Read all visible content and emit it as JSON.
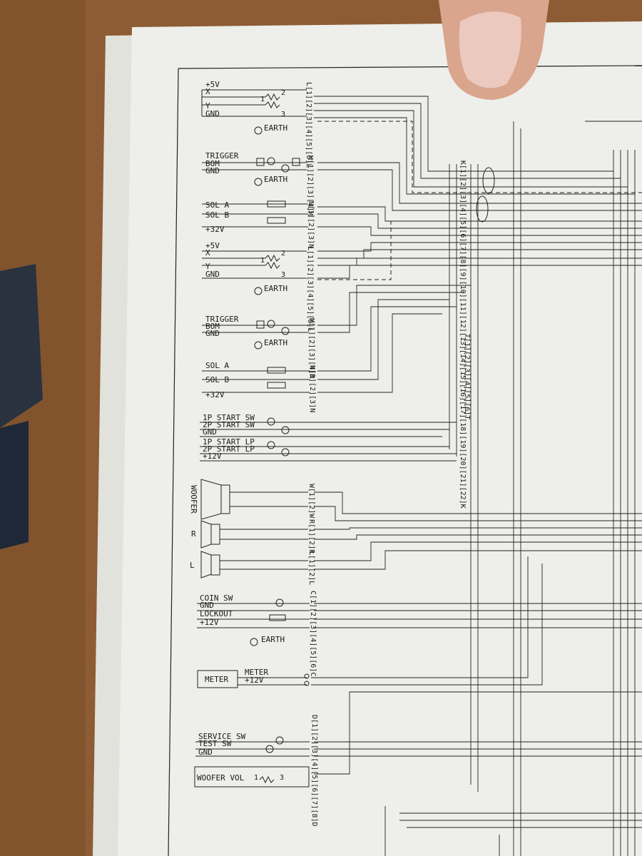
{
  "schematic": {
    "top_group": {
      "lines": [
        "+5V",
        "X",
        "Y",
        "GND"
      ],
      "pot_pins": [
        "1",
        "2",
        "3"
      ],
      "earth": "EARTH",
      "connector_L": "L[1][2][3][4][5][6]L"
    },
    "trigger_group": {
      "lines": [
        "TRIGGER",
        "BOM",
        "GND"
      ],
      "earth": "EARTH",
      "connector_M": "M[1][2][3][4]M"
    },
    "sol_group": {
      "lines": [
        "SOL A",
        "SOL B",
        "+32V"
      ],
      "connector_N": "N[1][2][3]N"
    },
    "top_group_2": {
      "lines": [
        "+5V",
        "X",
        "Y",
        "GND"
      ],
      "pot_pins": [
        "1",
        "2",
        "3"
      ],
      "earth": "EARTH",
      "connector_L": "L[1][2][3][4][5][6]L"
    },
    "trigger_group_2": {
      "lines": [
        "TRIGGER",
        "BOM",
        "GND"
      ],
      "earth": "EARTH",
      "connector_M": "M[1][2][3][4]M"
    },
    "sol_group_2": {
      "lines": [
        "SOL A",
        "SOL B",
        "+32V"
      ],
      "connector_N": "N[1][2][3]N"
    },
    "start_group": {
      "lines": [
        "1P START SW",
        "2P START SW",
        "GND",
        "1P START LP",
        "2P START LP",
        "+12V"
      ]
    },
    "speakers": {
      "woofer": "WOOFER",
      "r": "R",
      "l": "L",
      "connector_W": "W[1][2]W",
      "connector_R": "R[1][2]R",
      "connector_L": "L[1][2]L"
    },
    "coin_group": {
      "lines": [
        "COIN SW",
        "GND",
        "LOCKOUT",
        "+12V"
      ],
      "earth": "EARTH",
      "connector_C": "C[1][2][3][4][5][6]C"
    },
    "meter": {
      "box": "METER",
      "label": "METER",
      "voltage": "+12V"
    },
    "service_group": {
      "lines": [
        "SERVICE SW",
        "TEST SW",
        "GND"
      ],
      "connector_D": "D[1][2][3][4][5][6][7][8]D"
    },
    "woofer_vol": {
      "label": "WOOFER VOL",
      "pins": [
        "1",
        "3"
      ]
    },
    "connector_K": "K[1][2][3][4][5][6][7][8][9][10][11][12][13][14][15][16][17][18][19][20][21][22]K",
    "connector_T": "T[1][2][3][4][5][6]T"
  },
  "colors": {
    "table": "#8a5a33",
    "paper": "#eeeeea",
    "ink": "#1a1a1a",
    "thumb": "#d8a48c"
  }
}
